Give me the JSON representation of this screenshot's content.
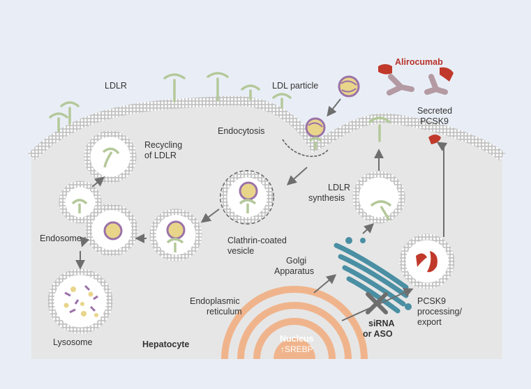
{
  "labels": {
    "alirocumab": "Alirocumab",
    "ldlr": "LDLR",
    "ldl_particle": "LDL particle",
    "secreted_pcsk9_1": "Secreted",
    "secreted_pcsk9_2": "PCSK9",
    "endocytosis": "Endocytosis",
    "recycling_1": "Recycling",
    "recycling_2": "of LDLR",
    "ldlr_synthesis_1": "LDLR",
    "ldlr_synthesis_2": "synthesis",
    "endosome": "Endosome",
    "clathrin_1": "Clathrin-coated",
    "clathrin_2": "vesicle",
    "golgi_1": "Golgi",
    "golgi_2": "Apparatus",
    "er_1": "Endoplasmic",
    "er_2": "reticulum",
    "pcsk9_proc_1": "PCSK9",
    "pcsk9_proc_2": "processing/",
    "pcsk9_proc_3": "export",
    "sirna_1": "siRNA",
    "sirna_2": "or ASO",
    "nucleus": "Nucleus",
    "srebp": "↑SREBP",
    "lysosome": "Lysosome",
    "hepatocyte": "Hepatocyte"
  },
  "colors": {
    "background": "#e9eef6",
    "cell": "#e6e6e6",
    "membrane": "#b9b9b9",
    "receptor": "#b4c89a",
    "pcsk9": "#c0392b",
    "antibody_red": "#c0392b",
    "antibody_grey": "#b39aa3",
    "golgi": "#4a8fa3",
    "er": "#f0b48c",
    "ldl_purple": "#9a72a8",
    "ldl_yellow": "#e9d58a"
  }
}
